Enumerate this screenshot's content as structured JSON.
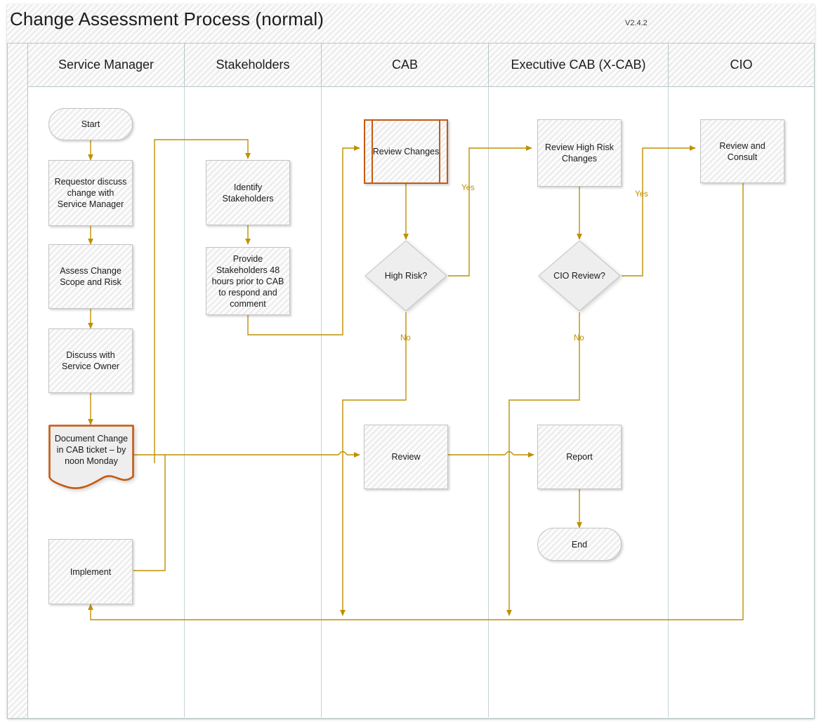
{
  "pool": {
    "title": "Change Assessment Process (normal)",
    "version": "V2.4.2"
  },
  "colors": {
    "connector": "#bf9000",
    "accent_orange": "#c55a11",
    "shape_fill": "#eeeeee",
    "shape_stroke": "#c3c3c3",
    "lane_border": "#b9c6c8",
    "text": "#1a1a1a"
  },
  "lanes": [
    {
      "id": "service-manager",
      "label": "Service Manager"
    },
    {
      "id": "stakeholders",
      "label": "Stakeholders"
    },
    {
      "id": "cab",
      "label": "CAB"
    },
    {
      "id": "executive-cab",
      "label": "Executive CAB (X-CAB)"
    },
    {
      "id": "cio",
      "label": "CIO"
    }
  ],
  "nodes": [
    {
      "id": "start",
      "lane": "service-manager",
      "shape": "terminator",
      "label": "Start"
    },
    {
      "id": "requestor",
      "lane": "service-manager",
      "shape": "process",
      "label": "Requestor discuss change with Service Manager"
    },
    {
      "id": "assess",
      "lane": "service-manager",
      "shape": "process",
      "label": "Assess Change Scope and Risk"
    },
    {
      "id": "discuss-owner",
      "lane": "service-manager",
      "shape": "process",
      "label": "Discuss with Service Owner"
    },
    {
      "id": "document-change",
      "lane": "service-manager",
      "shape": "document",
      "label": "Document Change in CAB ticket – by noon Monday",
      "highlight": true
    },
    {
      "id": "implement",
      "lane": "service-manager",
      "shape": "process",
      "label": "Implement"
    },
    {
      "id": "identify-stake",
      "lane": "stakeholders",
      "shape": "process",
      "label": "Identify Stakeholders"
    },
    {
      "id": "provide-stake",
      "lane": "stakeholders",
      "shape": "process",
      "label": "Provide Stakeholders 48 hours prior to CAB to respond and comment"
    },
    {
      "id": "review-changes",
      "lane": "cab",
      "shape": "predefined-process",
      "label": "Review Changes",
      "highlight": true
    },
    {
      "id": "high-risk",
      "lane": "cab",
      "shape": "decision",
      "label": "High Risk?"
    },
    {
      "id": "review",
      "lane": "cab",
      "shape": "process",
      "label": "Review"
    },
    {
      "id": "review-high-risk",
      "lane": "executive-cab",
      "shape": "process",
      "label": "Review High Risk Changes"
    },
    {
      "id": "cio-review",
      "lane": "executive-cab",
      "shape": "decision",
      "label": "CIO Review?"
    },
    {
      "id": "report",
      "lane": "executive-cab",
      "shape": "process",
      "label": "Report"
    },
    {
      "id": "end",
      "lane": "executive-cab",
      "shape": "terminator",
      "label": "End"
    },
    {
      "id": "review-consult",
      "lane": "cio",
      "shape": "process",
      "label": "Review and Consult"
    }
  ],
  "edge_labels": [
    {
      "id": "high-risk-yes",
      "text": "Yes"
    },
    {
      "id": "high-risk-no",
      "text": "No"
    },
    {
      "id": "cio-yes",
      "text": "Yes"
    },
    {
      "id": "cio-no",
      "text": "No"
    }
  ],
  "edges": [
    {
      "from": "start",
      "to": "requestor"
    },
    {
      "from": "requestor",
      "to": "assess"
    },
    {
      "from": "assess",
      "to": "discuss-owner"
    },
    {
      "from": "discuss-owner",
      "to": "document-change"
    },
    {
      "from": "document-change",
      "to": "review"
    },
    {
      "from": "implement",
      "to": "document-change"
    },
    {
      "from": "identify-stake",
      "to": "provide-stake"
    },
    {
      "from": "provide-stake",
      "to": "review-changes"
    },
    {
      "from": "review-changes",
      "to": "high-risk"
    },
    {
      "from": "high-risk",
      "to": "review-high-risk",
      "label": "Yes"
    },
    {
      "from": "high-risk",
      "to": "review",
      "label": "No"
    },
    {
      "from": "review",
      "to": "report"
    },
    {
      "from": "review-high-risk",
      "to": "cio-review"
    },
    {
      "from": "cio-review",
      "to": "review-consult",
      "label": "Yes"
    },
    {
      "from": "cio-review",
      "to": "report",
      "label": "No"
    },
    {
      "from": "report",
      "to": "end"
    },
    {
      "from": "review-consult",
      "to": "implement"
    }
  ]
}
